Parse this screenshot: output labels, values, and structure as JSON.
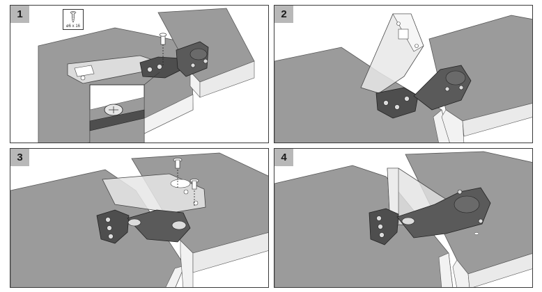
{
  "steps": [
    {
      "number": "1"
    },
    {
      "number": "2"
    },
    {
      "number": "3"
    },
    {
      "number": "4"
    }
  ],
  "screw_spec": {
    "label": "ø6 x 16",
    "icon": "screw-icon"
  },
  "colors": {
    "panel_surface": "#9b9b9b",
    "panel_edge": "#f4f4f4",
    "hinge_dark": "#4e4e4e",
    "template_light": "#dcdcdc",
    "step_badge": "#b8b8b8"
  }
}
